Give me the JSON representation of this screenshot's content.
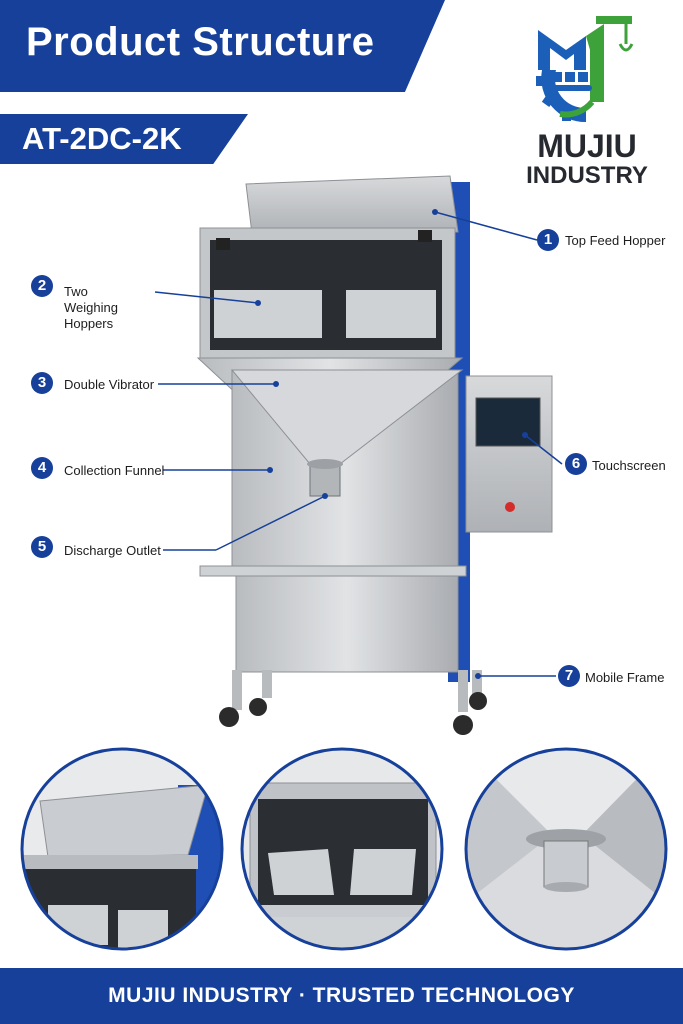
{
  "header": {
    "title": "Product Structure"
  },
  "model": {
    "code": "AT-2DC-2K"
  },
  "brand": {
    "name": "MUJIU",
    "subtitle": "INDUSTRY",
    "colors": {
      "blue": "#1b5fb8",
      "green": "#3ea23b",
      "dark": "#26292f"
    }
  },
  "callouts": [
    {
      "number": "1",
      "label": "Top Feed Hopper"
    },
    {
      "number": "2",
      "label": "Two Weighing Hoppers"
    },
    {
      "number": "3",
      "label": "Double Vibrator"
    },
    {
      "number": "4",
      "label": "Collection Funnel"
    },
    {
      "number": "5",
      "label": "Discharge Outlet"
    },
    {
      "number": "6",
      "label": "Touchscreen"
    },
    {
      "number": "7",
      "label": "Mobile Frame"
    }
  ],
  "detail_views": [
    "top-feed-hopper-closeup",
    "weighing-hoppers-closeup",
    "discharge-outlet-closeup"
  ],
  "footer": {
    "text": "MUJIU INDUSTRY · TRUSTED TECHNOLOGY"
  },
  "colors": {
    "accent": "#17409a",
    "machine_steel": "#c9cccf",
    "side_panel": "#1f4fb5"
  }
}
